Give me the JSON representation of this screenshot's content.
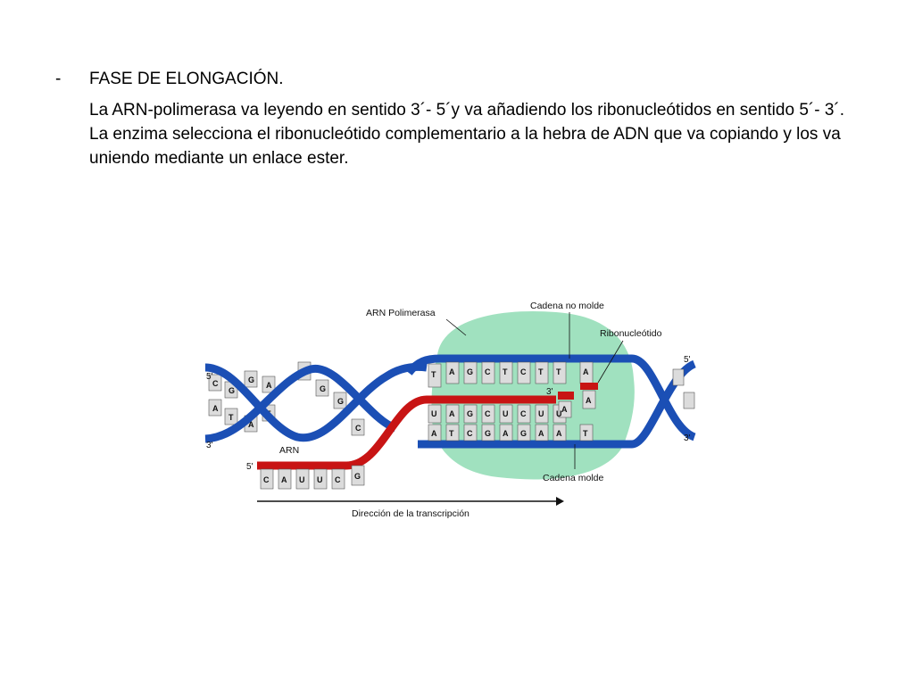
{
  "slide": {
    "bullet": "-",
    "heading": "FASE DE ELONGACIÓN.",
    "paragraph": "La ARN-polimerasa va leyendo en sentido 3´- 5´y  va añadiendo los ribonucleótidos en sentido 5´- 3´. La enzima selecciona el ribonucleótido complementario a la hebra de ADN que va copiando y los va uniendo mediante un enlace ester."
  },
  "diagram": {
    "labels": {
      "polymerase": "ARN Polimerasa",
      "non_template": "Cadena no molde",
      "ribonucleotide": "Ribonucleótido",
      "rna": "ARN",
      "template": "Cadena molde",
      "direction": "Dirección de la transcripción"
    },
    "ends": {
      "left_top": "5'",
      "left_bottom": "3'",
      "right_top": "5'",
      "right_bottom": "3'",
      "rna_start": "5'",
      "rna_tip": "3'"
    },
    "bases": {
      "non_template_strand": [
        "T",
        "A",
        "G",
        "C",
        "T",
        "C",
        "T",
        "T",
        "A"
      ],
      "template_strand": [
        "A",
        "T",
        "C",
        "G",
        "A",
        "G",
        "A",
        "A",
        "T"
      ],
      "rna_in_bubble": [
        "U",
        "A",
        "G",
        "C",
        "U",
        "C",
        "U",
        "U"
      ],
      "rna_tip_base": "A",
      "rna_tail": [
        "C",
        "A",
        "U",
        "U",
        "C",
        "G"
      ],
      "incoming_nucleotide": "A",
      "left_helix_top": [
        "C",
        "G",
        "G",
        "A",
        "C",
        "G"
      ],
      "left_helix_bottom": [
        "A",
        "T",
        "A",
        "T",
        "G",
        "C"
      ]
    },
    "colors": {
      "dna_strand": "#1b4fb5",
      "rna": "#c81414",
      "polymerase": "#8fdcb4",
      "base_fill": "#dcdcdc"
    }
  }
}
